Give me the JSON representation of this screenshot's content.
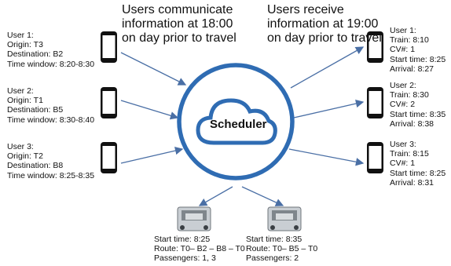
{
  "header": {
    "left_note": [
      "Users communicate",
      "information at 18:00",
      "on day prior to travel"
    ],
    "right_note": [
      "Users receive",
      "information at 19:00",
      "on day prior to travel"
    ]
  },
  "hub": {
    "label": "Scheduler"
  },
  "requests": [
    {
      "lines": [
        "User 1:",
        "Origin: T3",
        "Destination: B2",
        "Time window: 8:20-8:30"
      ]
    },
    {
      "lines": [
        "User 2:",
        "Origin: T1",
        "Destination: B5",
        "Time window: 8:30-8:40"
      ]
    },
    {
      "lines": [
        "User 3:",
        "Origin: T2",
        "Destination: B8",
        "Time window: 8:25-8:35"
      ]
    }
  ],
  "assignments": [
    {
      "lines": [
        "User 1:",
        "Train: 8:10",
        "CV#: 1",
        "Start time: 8:25",
        "Arrival: 8:27"
      ]
    },
    {
      "lines": [
        "User 2:",
        "Train: 8:30",
        "CV#: 2",
        "Start time: 8:35",
        "Arrival: 8:38"
      ]
    },
    {
      "lines": [
        "User 3:",
        "Train: 8:15",
        "CV#: 1",
        "Start time: 8:25",
        "Arrival: 8:31"
      ]
    }
  ],
  "vehicles": [
    {
      "lines": [
        "Start time: 8:25",
        "Route: T0– B2 – B8 – T0",
        "Passengers: 1, 3"
      ]
    },
    {
      "lines": [
        "Start time: 8:35",
        "Route: T0– B5 – T0",
        "Passengers: 2"
      ]
    }
  ],
  "colors": {
    "arrow": "#4a6fa5",
    "ring": "#2f6cb3",
    "cloud": "#2f6cb3",
    "phone": "#111111"
  }
}
